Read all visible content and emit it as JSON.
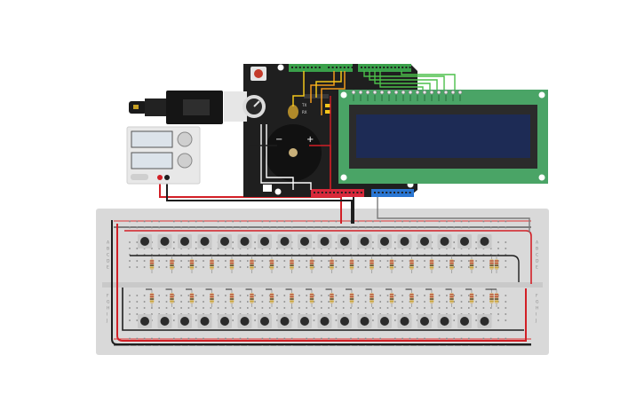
{
  "board": {
    "pin_label_rx": "RX",
    "pin_label_tx": "TX"
  },
  "lcd": {
    "display_text": ""
  },
  "breadboard": {
    "row_letters_top": [
      "A",
      "B",
      "C",
      "D",
      "E"
    ],
    "row_letters_bottom": [
      "F",
      "G",
      "H",
      "I",
      "J"
    ],
    "button_count_per_row": 18,
    "resistor_count_per_row": 19
  },
  "colors": {
    "arduino_board": "#1f1f1f",
    "header_green": "#3aa04a",
    "header_red": "#d8283a",
    "header_blue": "#2a76d2",
    "lcd_pcb": "#4aa466",
    "lcd_screen": "#1d2b55",
    "breadboard": "#d9d9d9",
    "wire_red": "#d21f26",
    "wire_black": "#1e1e1e",
    "wire_green": "#4bbf4a",
    "wire_orange": "#f19a1c",
    "wire_yellow": "#f2c61b",
    "button_body": "#c8c8c8",
    "button_cap": "#2b2b2b"
  },
  "icons": [
    "usb-plug-icon",
    "power-supply-icon",
    "potentiometer-icon",
    "buzzer-icon",
    "reset-button-icon"
  ]
}
